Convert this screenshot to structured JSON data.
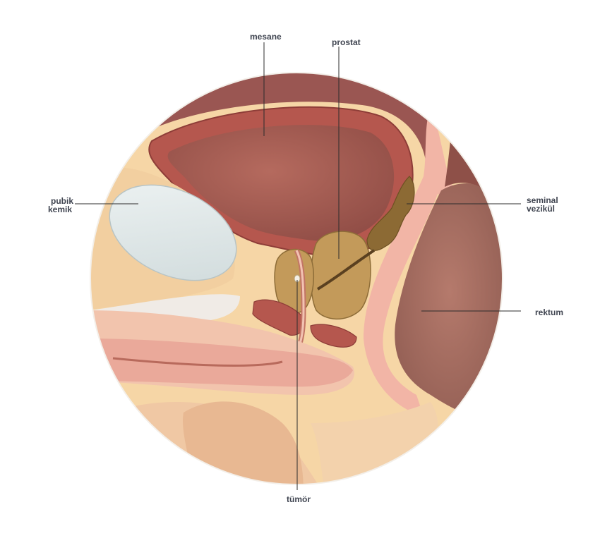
{
  "labels": {
    "mesane": "mesane",
    "prostat": "prostat",
    "pubik": "pubik",
    "kemik": "kemik",
    "seminal": "seminal",
    "vezikul": "vezikül",
    "rektum": "rektum",
    "tumor": "tümör"
  },
  "colors": {
    "skin": "#f3cfa4",
    "fat": "#f7d9a8",
    "muscle_dark": "#8a4848",
    "muscle_red": "#b8574f",
    "bladder_inner": "#a65e55",
    "bone": "#dfe7e8",
    "prostate": "#c49a58",
    "seminal": "#8a6a38",
    "pink": "#f0b3a4",
    "rectum": "#a46a5e",
    "label_text": "#3f4450"
  }
}
